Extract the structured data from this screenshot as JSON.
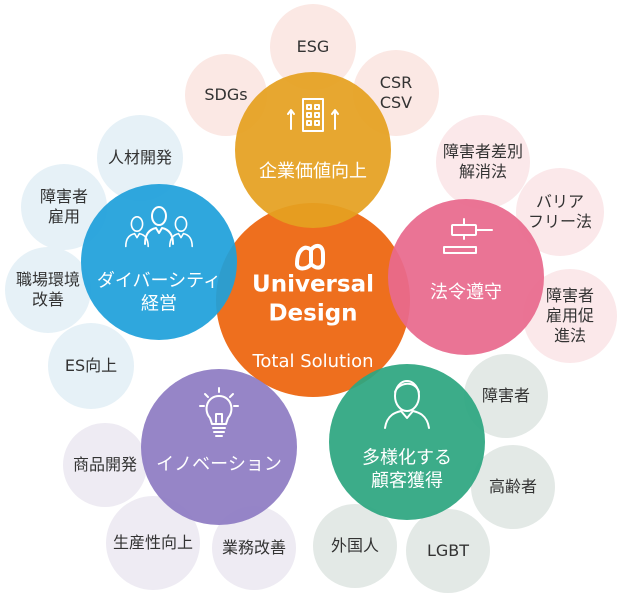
{
  "center": {
    "title": "Universal\nDesign",
    "subtitle": "Total Solution",
    "color": "#EE6F1E"
  },
  "categories": [
    {
      "key": "enterprise",
      "label": "企業価値向上",
      "color": "#E5A020",
      "icon": "building-icon",
      "satellites": [
        "ESG",
        "SDGs",
        "CSR\nCSV"
      ],
      "satellite_color": "#FBE8E4"
    },
    {
      "key": "legal",
      "label": "法令遵守",
      "color": "#E8698D",
      "icon": "gavel-icon",
      "satellites": [
        "障害者差別\n解消法",
        "バリア\nフリー法",
        "障害者\n雇用促進法"
      ],
      "satellite_color": "#FBE8EA"
    },
    {
      "key": "customers",
      "label": "多様化する\n顧客獲得",
      "color": "#2DA680",
      "icon": "person-icon",
      "satellites": [
        "障害者",
        "高齢者",
        "LGBT",
        "外国人"
      ],
      "satellite_color": "#E3E9E6"
    },
    {
      "key": "innovation",
      "label": "イノベーション",
      "color": "#8E7CC3",
      "icon": "lightbulb-icon",
      "satellites": [
        "業務改善",
        "生産性向上",
        "商品開発"
      ],
      "satellite_color": "#EEEBF3"
    },
    {
      "key": "diversity",
      "label": "ダイバーシティ\n経営",
      "color": "#1FA0DA",
      "icon": "team-icon",
      "satellites": [
        "ES向上",
        "職場環境\n改善",
        "障害者\n雇用",
        "人材開発"
      ],
      "satellite_color": "#E6F1F7"
    }
  ]
}
